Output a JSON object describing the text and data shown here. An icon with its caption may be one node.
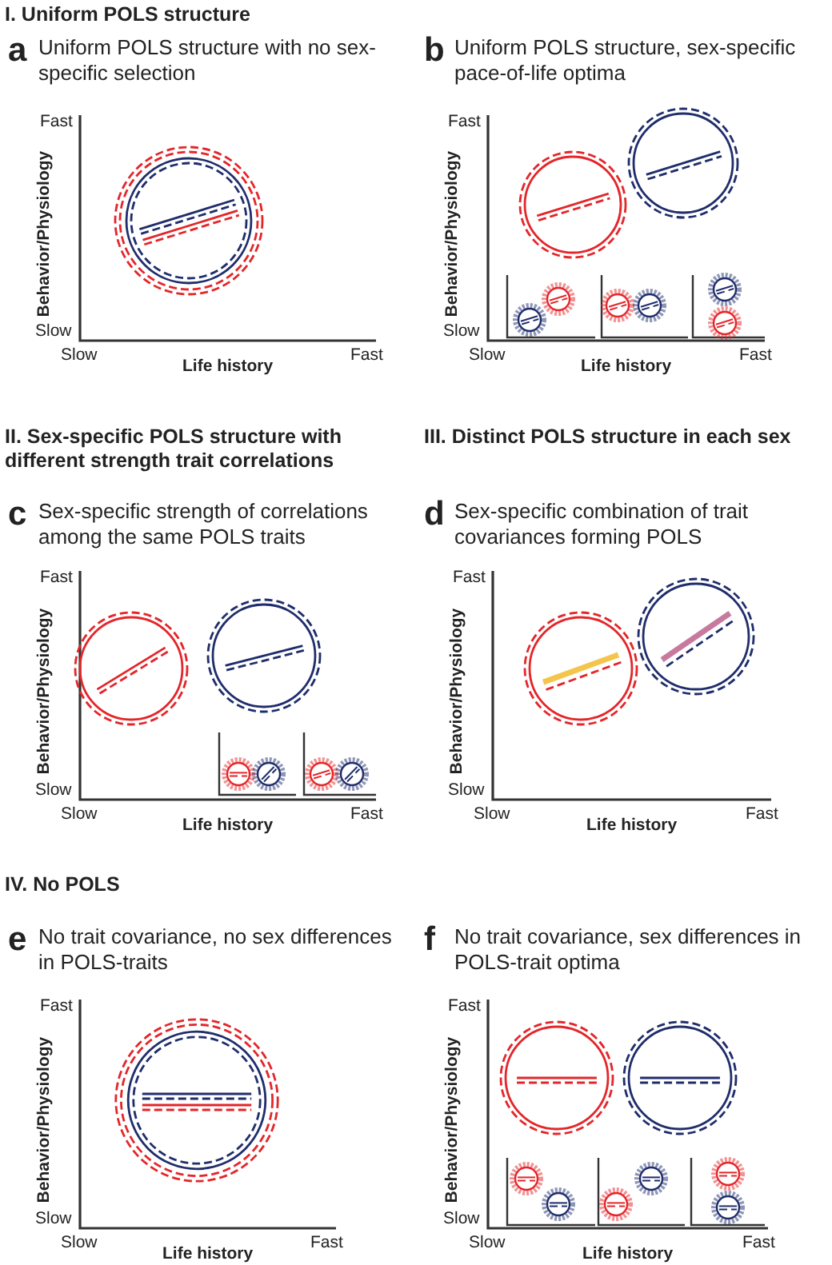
{
  "diagram": {
    "labels": [
      "I. Uniform POLS structure",
      "a",
      "Uniform POLS structure with no sex-specific selection",
      "b",
      "Uniform POLS structure, sex-specific pace-of-life optima",
      "Fast",
      "Behavior/Physiology",
      "Slow",
      "Slow",
      "Life history",
      "Fast",
      "Fast",
      "Behavior/Physiology",
      "Slow",
      "Slow",
      "Life history",
      "Fast",
      "II. Sex-specific POLS structure with different strength trait correlations",
      "III. Distinct POLS structure in each sex",
      "c",
      "Sex-specific strength of correlations among the same POLS traits",
      "d",
      "Sex-specific combination of trait covariances forming POLS",
      "Fast",
      "Behavior/Physiology",
      "Slow",
      "Slow",
      "Life history",
      "Fast",
      "Fast",
      "Behavior/Physiology",
      "Slow",
      "Slow",
      "Life history",
      "Fast",
      "IV. No POLS",
      "e",
      "No trait covariance, no sex differences in POLS-traits",
      "f",
      "No trait covariance, sex differences in POLS-trait optima",
      "Fast",
      "Behavior/Physiology",
      "Slow",
      "Slow",
      "Life history",
      "Fast",
      "Fast",
      "Behavior/Physiology",
      "Slow",
      "Slow",
      "Life history",
      "Fast"
    ]
  }
}
